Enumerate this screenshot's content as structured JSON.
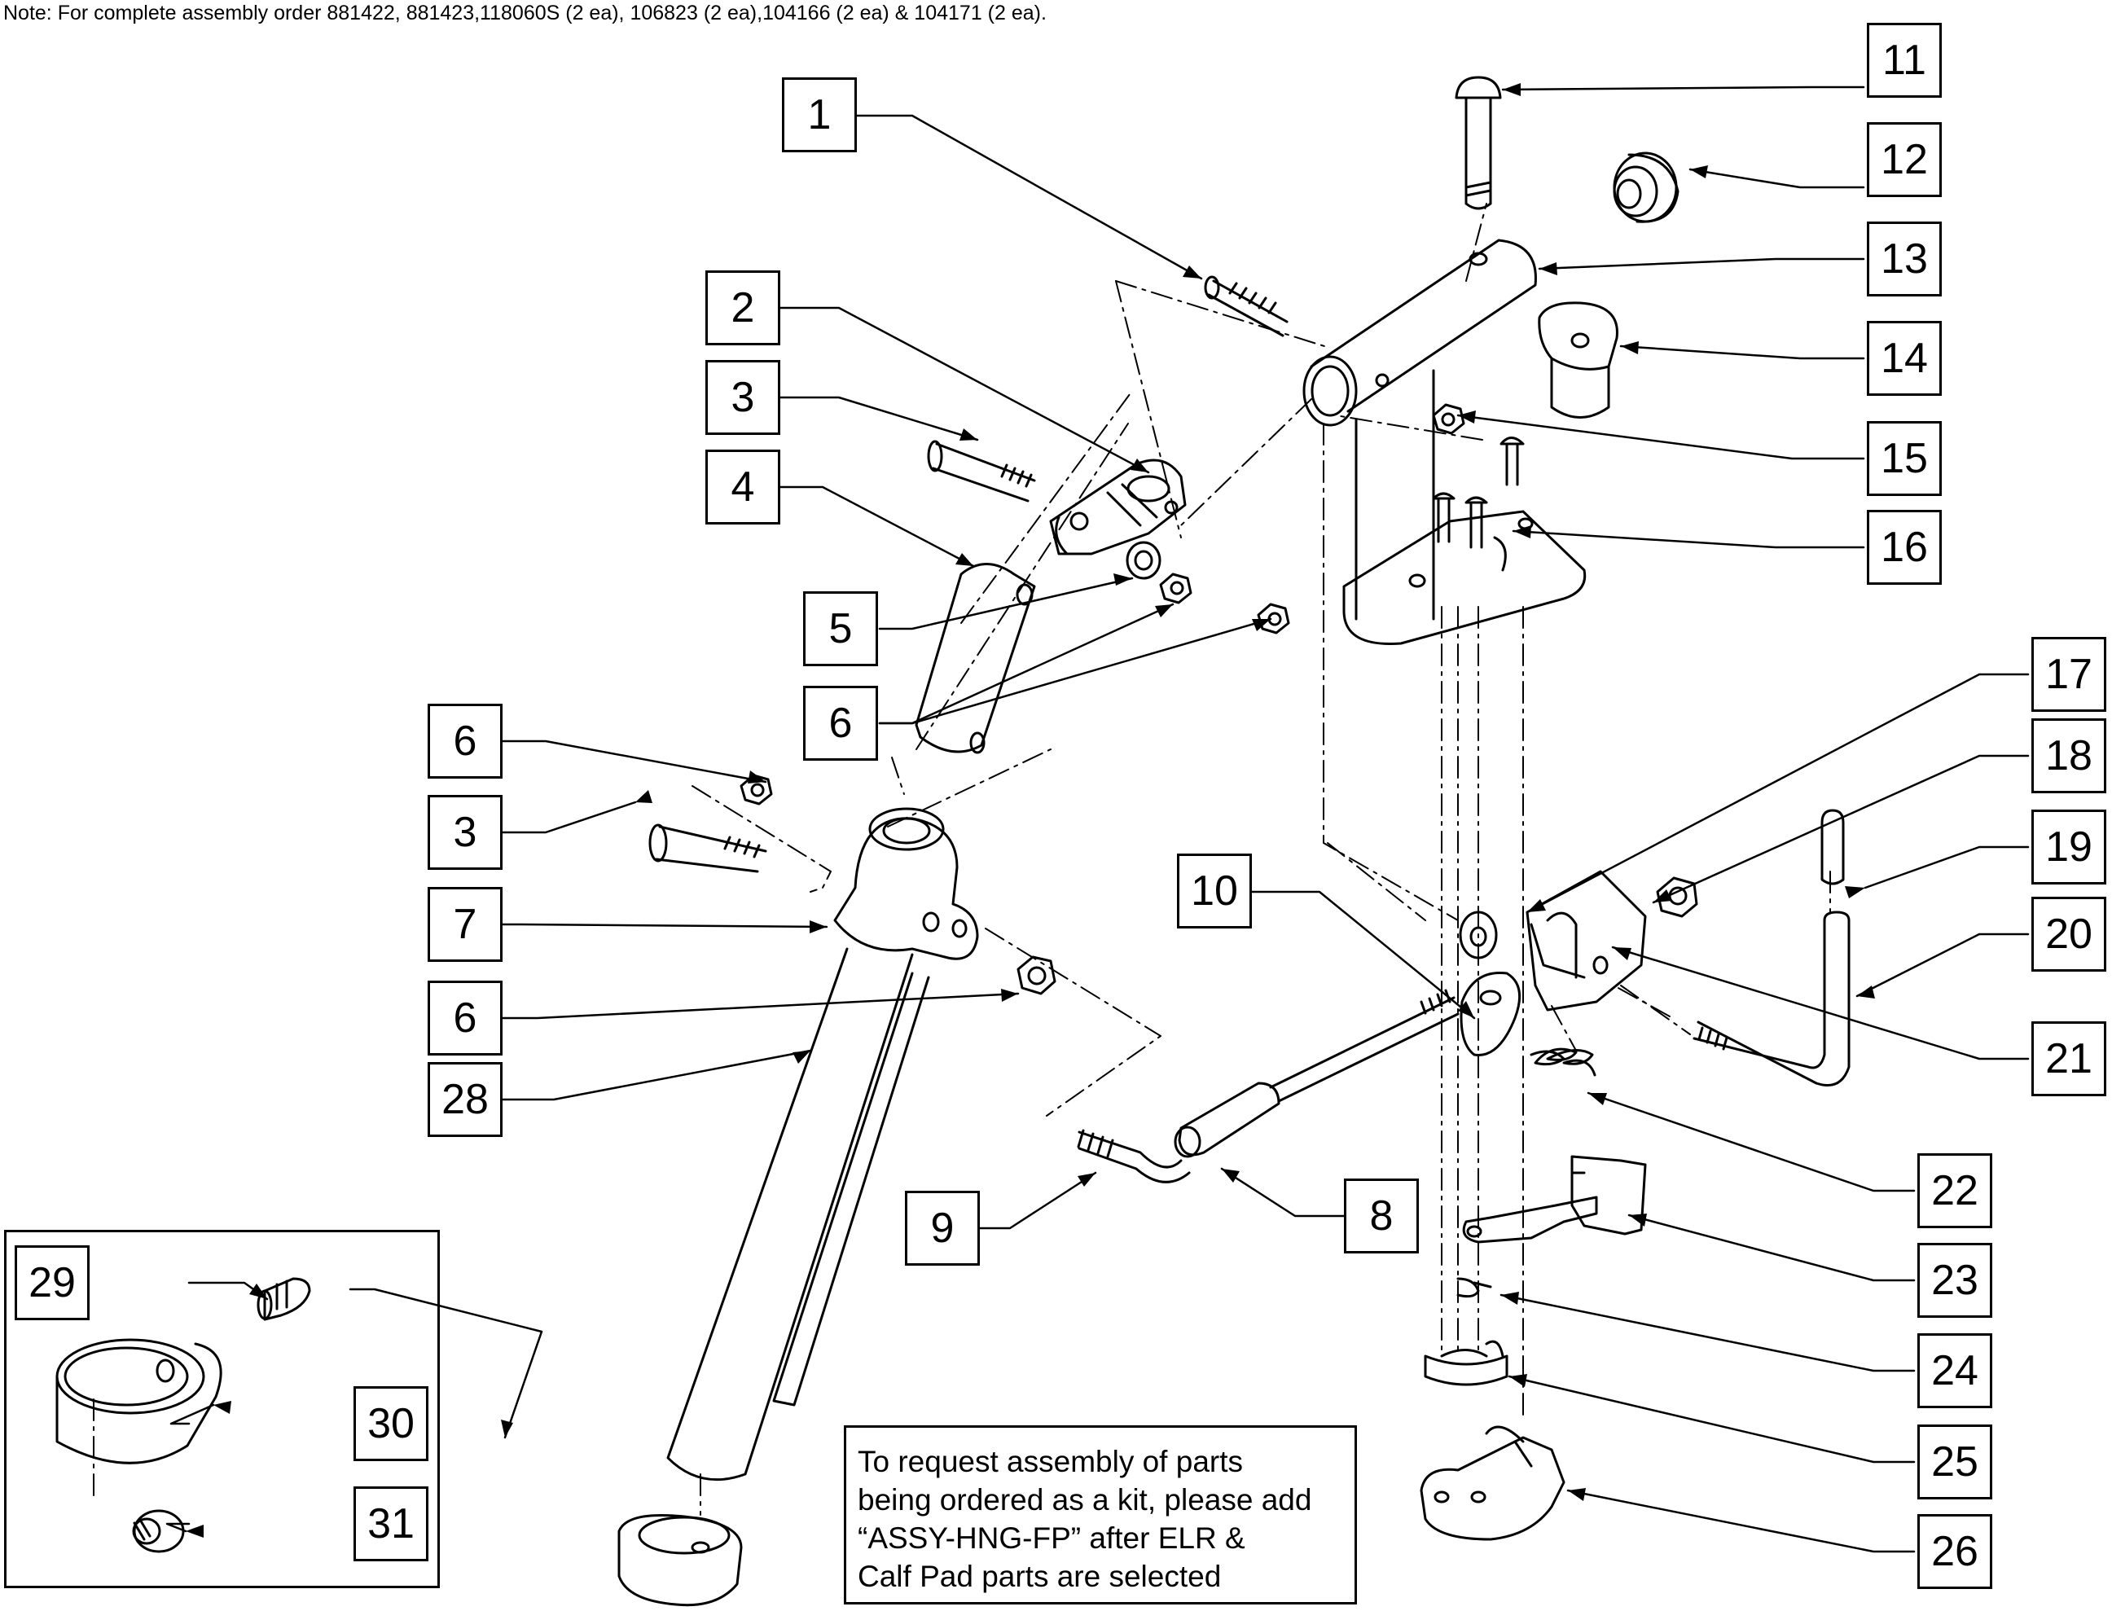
{
  "note": "Note: For complete assembly order 881422, 881423,118060S (2 ea), 106823 (2 ea),104166 (2 ea) & 104171 (2 ea).",
  "kit_note": {
    "lines": [
      "To request assembly of parts",
      "being ordered as a kit, please add",
      "“ASSY-HNG-FP” after ELR &",
      "Calf Pad parts are selected"
    ]
  },
  "callouts": {
    "c1": "1",
    "c2": "2",
    "c3a": "3",
    "c3b": "3",
    "c4": "4",
    "c5": "5",
    "c6a": "6",
    "c6b": "6",
    "c6c": "6",
    "c7": "7",
    "c8": "8",
    "c9": "9",
    "c10": "10",
    "c11": "11",
    "c12": "12",
    "c13": "13",
    "c14": "14",
    "c15": "15",
    "c16": "16",
    "c17": "17",
    "c18": "18",
    "c19": "19",
    "c20": "20",
    "c21": "21",
    "c22": "22",
    "c23": "23",
    "c24": "24",
    "c25": "25",
    "c26": "26",
    "c28": "28",
    "c29": "29",
    "c30": "30",
    "c31": "31"
  }
}
